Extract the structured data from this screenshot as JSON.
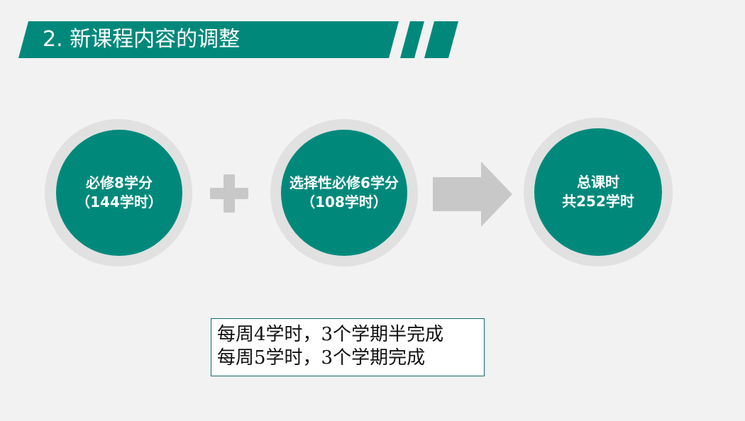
{
  "slide": {
    "title": "2. 新课程内容的调整"
  },
  "circles": [
    {
      "line1": "必修8学分",
      "line2": "（144学时）"
    },
    {
      "line1": "选择性必修6学分",
      "line2": "（108学时）"
    },
    {
      "line1": "总课时",
      "line2": "共252学时"
    }
  ],
  "operators": {
    "plus": "plus-icon",
    "arrow": "right-arrow-icon"
  },
  "note": {
    "line1": "每周4学时，3个学期半完成",
    "line2": "每周5学时，3个学期完成"
  },
  "colors": {
    "accent": "#00897b",
    "ring": "#e1e1e1",
    "operator": "#c8c8c8",
    "background": "#f2f2f2"
  }
}
